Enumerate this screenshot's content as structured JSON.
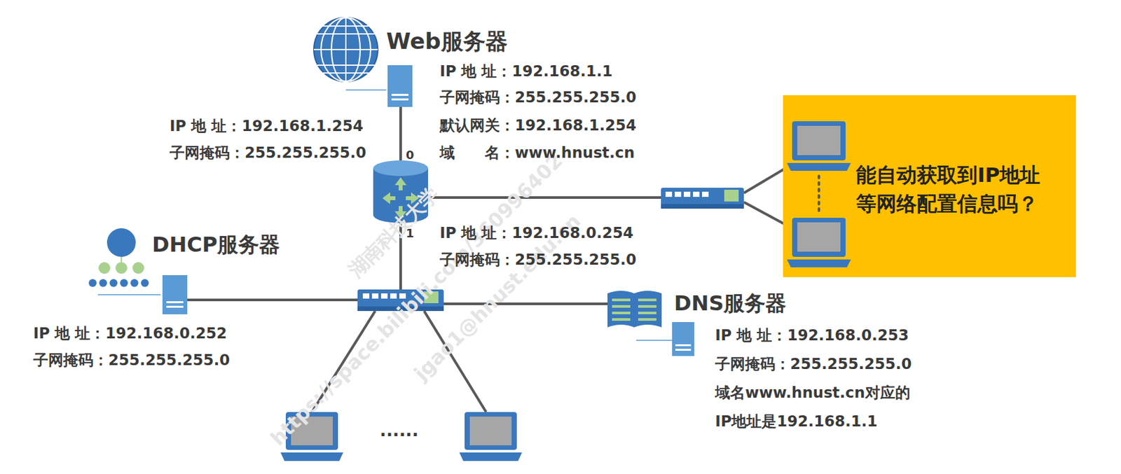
{
  "diagram": {
    "nodes": [
      {
        "text": [
          "Web服务器",
          "IP 地 址：192.168.1.1",
          "子网掩码：255.255.255.0",
          "默认网关：192.168.1.254",
          "域　　名：www.hnust.cn"
        ]
      },
      {
        "text": [
          "DHCP服务器",
          "IP 地 址：192.168.0.252",
          "子网掩码：255.255.255.0"
        ]
      },
      {
        "text": [
          "DNS服务器",
          "IP 地 址：192.168.0.253",
          "子网掩码：255.255.255.0",
          "域名www.hnust.cn对应的",
          "IP地址是192.168.1.1"
        ]
      },
      {
        "text": [
          "能自动获取到IP地址",
          "等网络配置信息吗？"
        ]
      }
    ],
    "labels": [
      "IP 地 址：192.168.1.254",
      "子网掩码：255.255.255.0",
      "0",
      "1",
      "IP 地 址：192.168.0.254",
      "子网掩码：255.255.255.0",
      "......",
      "湖南科技大学",
      "https://space.bilibili.com/360996402",
      "jgao1@hnust.edu.cn"
    ]
  }
}
